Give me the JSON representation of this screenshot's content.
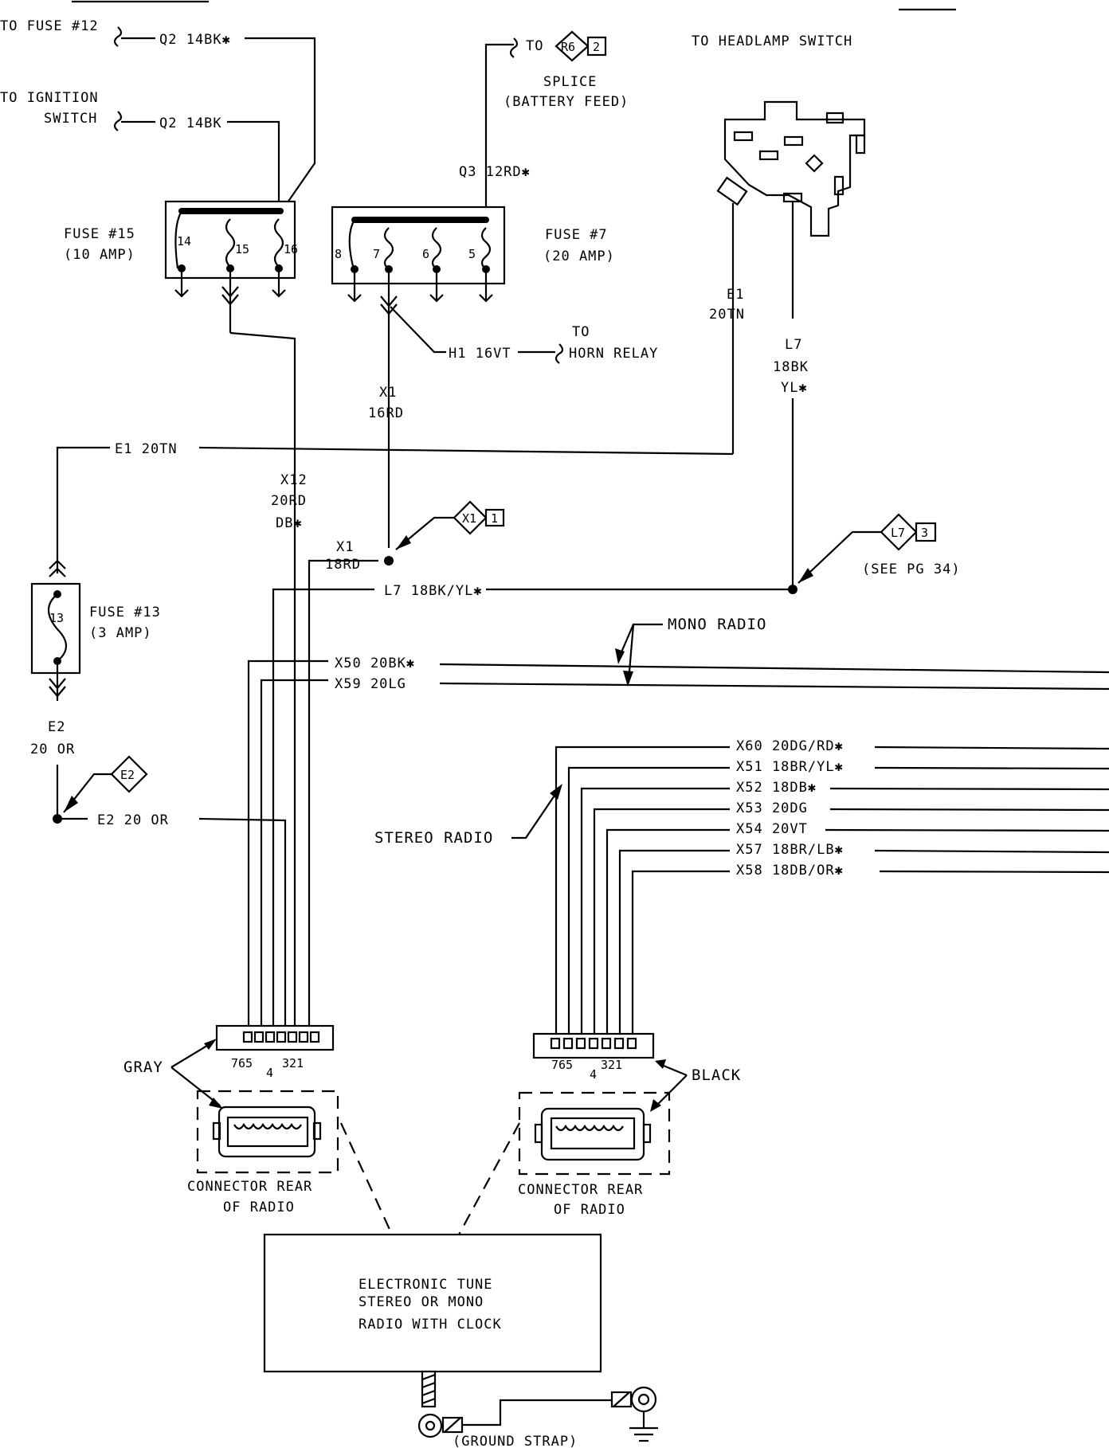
{
  "labels": {
    "to_fuse_12": "TO FUSE #12",
    "q2_14bk_star": "Q2 14BK✱",
    "to_ignition": "TO IGNITION",
    "switch": "SWITCH",
    "q2_14bk": "Q2 14BK",
    "to_r6": "TO",
    "r6": "R6",
    "r6_num": "2",
    "splice": "SPLICE",
    "battery_feed": "(BATTERY FEED)",
    "to_headlamp_switch": "TO HEADLAMP SWITCH",
    "q3_12rd": "Q3 12RD✱",
    "fuse15_title": "FUSE #15",
    "fuse15_amp": "(10 AMP)",
    "fuse7_title": "FUSE #7",
    "fuse7_amp": "(20 AMP)",
    "h1_16vt": "H1 16VT",
    "to_horn": "TO",
    "horn_relay": "HORN RELAY",
    "e1": "E1",
    "20tn": "20TN",
    "l7": "L7",
    "18bk": "18BK",
    "yl": "YL✱",
    "x1": "X1",
    "16rd": "16RD",
    "e1_20tn": "E1 20TN",
    "x12": "X12",
    "20rd": "20RD",
    "db": "DB✱",
    "x1_diamond": "X1",
    "x1_num": "1",
    "x1b": "X1",
    "18rd": "18RD",
    "l7_diamond": "L7",
    "l7_num": "3",
    "see_pg": "(SEE PG 34)",
    "l7_18bkyl": "L7 18BK/YL✱",
    "fuse13_num": "13",
    "fuse13_title": "FUSE #13",
    "fuse13_amp": "(3 AMP)",
    "mono_radio": "MONO RADIO",
    "x50": "X50 20BK✱",
    "x59": "X59 20LG",
    "e2": "E2",
    "20or": "20 OR",
    "e2_diamond": "E2",
    "e2_20or": "E2 20 OR",
    "x60": "X60 20DG/RD✱",
    "x51": "X51 18BR/YL✱",
    "x52": "X52 18DB✱",
    "x53": "X53 20DG",
    "x54": "X54 20VT",
    "x57": "X57 18BR/LB✱",
    "x58": "X58 18DB/OR✱",
    "stereo_radio": "STEREO RADIO",
    "pins_765": "765",
    "pin_4": "4",
    "pins_321": "321",
    "gray": "GRAY",
    "black": "BLACK",
    "conn_rear": "CONNECTOR REAR",
    "of_radio": "OF RADIO",
    "radio_line1": "ELECTRONIC TUNE",
    "radio_line2": "STEREO OR MONO",
    "radio_line3": "RADIO WITH CLOCK",
    "ground_strap": "(GROUND STRAP)"
  },
  "fuse15_pins": [
    "14",
    "15",
    "16"
  ],
  "fuse7_pins": [
    "8",
    "7",
    "6",
    "5"
  ]
}
